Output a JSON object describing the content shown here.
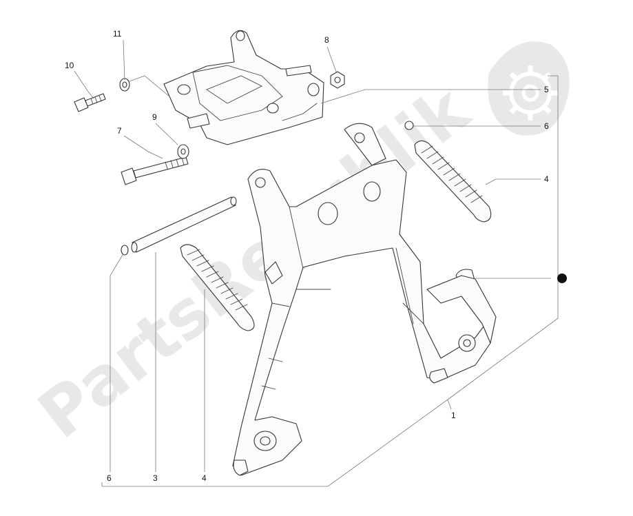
{
  "watermark": {
    "text": "PartsRepublik",
    "icon": "gear-icon",
    "color": "#d0d0d0"
  },
  "callouts": [
    {
      "id": "c-11",
      "label": "11"
    },
    {
      "id": "c-10",
      "label": "10"
    },
    {
      "id": "c-8",
      "label": "8"
    },
    {
      "id": "c-9",
      "label": "9"
    },
    {
      "id": "c-7",
      "label": "7"
    },
    {
      "id": "c-5",
      "label": "5"
    },
    {
      "id": "c-6-top",
      "label": "6"
    },
    {
      "id": "c-4-right",
      "label": "4"
    },
    {
      "id": "c-1",
      "label": "1"
    },
    {
      "id": "c-6-bottom",
      "label": "6"
    },
    {
      "id": "c-3",
      "label": "3"
    },
    {
      "id": "c-4-bottom",
      "label": "4"
    }
  ],
  "marker": {
    "shape": "filled-dot",
    "color": "#111111"
  }
}
